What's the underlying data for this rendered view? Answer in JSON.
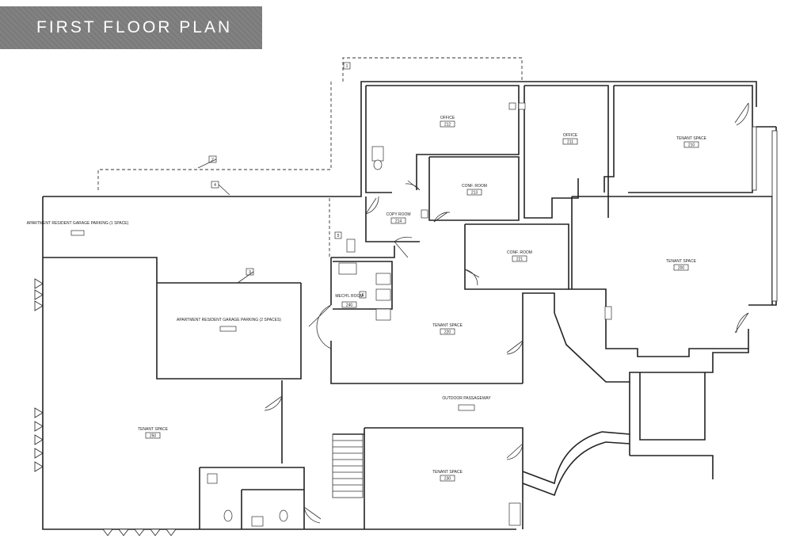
{
  "title": "FIRST FLOOR PLAN",
  "rooms": [
    {
      "key": "office212",
      "label": "OFFICE",
      "number": "212"
    },
    {
      "key": "office211",
      "label": "OFFICE",
      "number": "211"
    },
    {
      "key": "tenant210",
      "label": "TENANT SPACE",
      "number": "210"
    },
    {
      "key": "conf213",
      "label": "CONF. ROOM",
      "number": "213"
    },
    {
      "key": "copy214",
      "label": "COPY ROOM",
      "number": "214"
    },
    {
      "key": "conf221",
      "label": "CONF. ROOM",
      "number": "221"
    },
    {
      "key": "tenant200",
      "label": "TENANT SPACE",
      "number": "200"
    },
    {
      "key": "mech240",
      "label": "MECH'L ROOM",
      "number": "240"
    },
    {
      "key": "tenant220",
      "label": "TENANT SPACE",
      "number": "220"
    },
    {
      "key": "tenant250",
      "label": "TENANT SPACE",
      "number": "250"
    },
    {
      "key": "tenant230",
      "label": "TENANT SPACE",
      "number": "230"
    }
  ],
  "parking": [
    {
      "label": "APARTMENT RESIDENT GARAGE PARKING (1 SPACE)"
    },
    {
      "label": "APARTMENT RESIDENT GARAGE PARKING (2 SPACES)"
    }
  ],
  "passageway": {
    "label": "OUTDOOR PASSAGEWAY"
  },
  "keynotes": [
    "1",
    "2",
    "3",
    "4",
    "5",
    "6"
  ]
}
